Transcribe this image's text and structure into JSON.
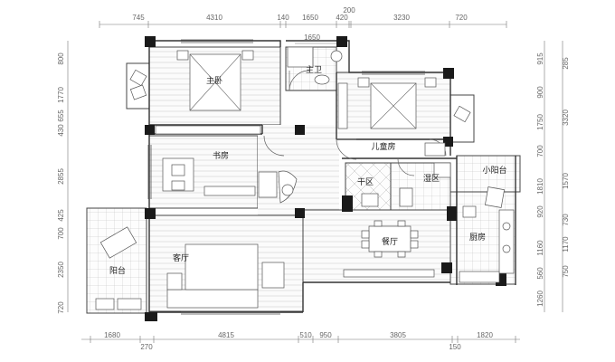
{
  "rooms": {
    "master_bedroom": "主卧",
    "master_bath": "主卫",
    "kids_room": "儿童房",
    "study": "书房",
    "dry_zone": "干区",
    "wet_zone": "湿区",
    "small_balcony": "小阳台",
    "dining": "餐厅",
    "kitchen": "厨房",
    "living": "客厅",
    "balcony": "阳台"
  },
  "dimensions": {
    "top": [
      "745",
      "4310",
      "140",
      "1650",
      "420",
      "200",
      "3230",
      "720"
    ],
    "top_inner": "1650",
    "bottom": [
      "1680",
      "270",
      "4815",
      "510",
      "950",
      "3805",
      "150",
      "1820"
    ],
    "left": [
      "800",
      "1770",
      "430",
      "655",
      "2855",
      "425",
      "700",
      "2350",
      "720"
    ],
    "right_inner": [
      "915",
      "900",
      "1750",
      "700",
      "1810",
      "920",
      "1160",
      "560",
      "1260"
    ],
    "right_outer": [
      "285",
      "3320",
      "1570",
      "730",
      "1170",
      "750"
    ]
  }
}
